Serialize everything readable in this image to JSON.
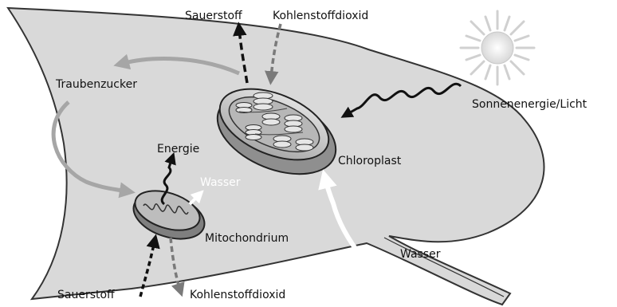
{
  "labels": {
    "oxygen_top": "Sauerstoff",
    "co2_top": "Kohlenstoffdioxid",
    "glucose": "Traubenzucker",
    "sunlight": "Sonnenenergie/Licht",
    "energy": "Energie",
    "water_mito": "Wasser",
    "chloroplast": "Chloroplast",
    "mitochondrion": "Mitochondrium",
    "water_in": "Wasser",
    "oxygen_bottom": "Sauerstoff",
    "co2_bottom": "Kohlenstoffdioxid"
  },
  "icons": {
    "sun": "sun-icon",
    "chloroplast": "chloroplast-organelle",
    "mitochondrion": "mitochondrion-organelle"
  },
  "colors": {
    "leaf_fill": "#d9d9d9",
    "leaf_stroke": "#333333",
    "chloroplast_fill": "#c9c9c9",
    "mito_fill": "#bdbdbd",
    "gray_arrow": "#7a7a7a",
    "black_arrow": "#111111",
    "white_arrow": "#ffffff"
  }
}
